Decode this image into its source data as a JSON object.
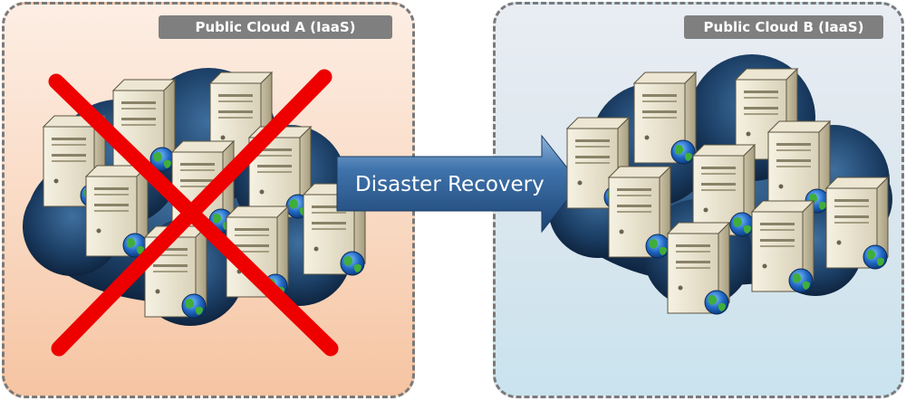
{
  "panels": {
    "a": {
      "label": "Public Cloud A (IaaS)",
      "status": "failed"
    },
    "b": {
      "label": "Public Cloud B (IaaS)",
      "status": "active"
    }
  },
  "arrow": {
    "label": "Disaster Recovery",
    "from": "a",
    "to": "b"
  },
  "icons": {
    "server": "server-icon",
    "globe": "globe-icon",
    "cloud": "cloud-icon",
    "cross": "red-x-icon"
  },
  "colors": {
    "cross": "#ee0000",
    "arrow": "#2e5d8f",
    "cloud": "#0f2a4a",
    "label_bg": "#7f7f7f"
  }
}
